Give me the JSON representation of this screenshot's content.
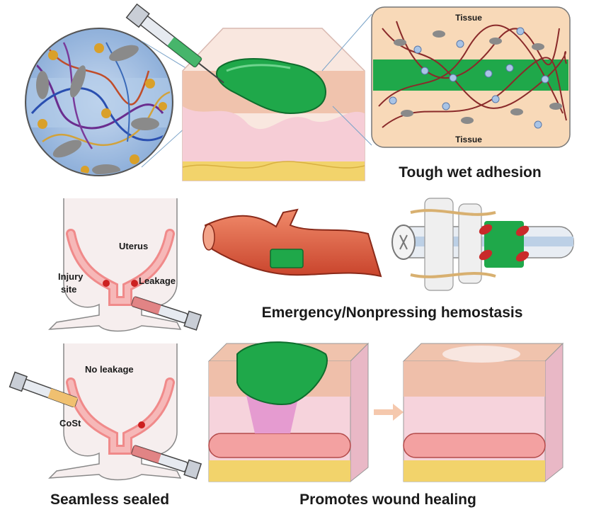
{
  "labels": {
    "tissue_top": "Tissue",
    "tissue_bottom": "Tissue",
    "tough_wet_adhesion": "Tough wet adhesion",
    "uterus": "Uterus",
    "injury_site_line1": "Injury",
    "injury_site_line2": "site",
    "leakage": "Leakage",
    "emergency_hemostasis": "Emergency/Nonpressing hemostasis",
    "no_leakage": "No leakage",
    "cost": "CoSt",
    "seamless_sealed": "Seamless sealed",
    "promotes_wound_healing": "Promotes wound healing"
  },
  "colors": {
    "hydrogel_green": "#1fa84a",
    "skin_pink": "#f4c9cf",
    "dermis_pink": "#f7dde3",
    "fat_yellow": "#f2d36b",
    "vessel_red": "#e0634a",
    "tissue_panel": "#f8d9b8",
    "blue_network_bg": "#a9c4e6",
    "text": "#1a1a1a"
  }
}
